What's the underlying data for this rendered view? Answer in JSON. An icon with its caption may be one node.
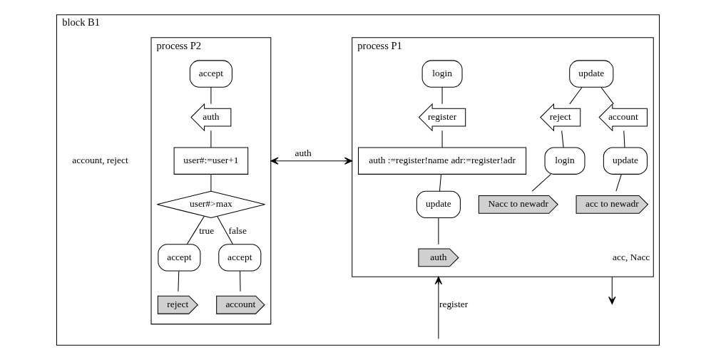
{
  "diagram": {
    "nodes": [
      {
        "text": [
          "block B1"
        ]
      },
      {
        "text": [
          "process P1"
        ],
        "in": 0
      },
      {
        "text": [
          "login"
        ],
        "in": 1
      },
      {
        "text": [
          "register"
        ],
        "in": 1
      },
      {
        "text": [
          "auth :=register!name adr:=register!adr"
        ],
        "in": 1
      },
      {
        "text": [
          "update"
        ],
        "in": 1
      },
      {
        "text": [
          "auth"
        ],
        "in": 1
      },
      {
        "text": [
          "update"
        ],
        "in": 1
      },
      {
        "text": [
          "account"
        ],
        "in": 1
      },
      {
        "text": [
          "reject"
        ],
        "in": 1
      },
      {
        "text": [
          "update"
        ],
        "in": 1
      },
      {
        "text": [
          "login"
        ],
        "in": 1
      },
      {
        "text": [
          "acc to newadr"
        ],
        "in": 1
      },
      {
        "text": [
          "Nacc to newadr"
        ],
        "in": 1
      },
      {
        "text": [
          "process P2"
        ],
        "in": 0
      },
      {
        "text": [
          "accept"
        ],
        "in": 14
      },
      {
        "text": [
          "auth"
        ],
        "in": 14
      },
      {
        "text": [
          "user#:=user+1"
        ],
        "in": 14
      },
      {
        "text": [
          "user#>max"
        ],
        "in": 14
      },
      {
        "text": [
          "accept"
        ],
        "in": 14
      },
      {
        "text": [
          "accept"
        ],
        "in": 14
      },
      {
        "text": [
          "reject"
        ],
        "in": 14
      },
      {
        "text": [
          "account"
        ],
        "in": 14
      }
    ],
    "edges": [
      {
        "from": 2,
        "to": 3,
        "arrow": "none"
      },
      {
        "from": 3,
        "to": 4,
        "arrow": "none"
      },
      {
        "from": 4,
        "to": 5,
        "arrow": "none"
      },
      {
        "from": 5,
        "to": 6,
        "arrow": "none"
      },
      {
        "from": 7,
        "to": 8,
        "arrow": "none"
      },
      {
        "from": 7,
        "to": 9,
        "arrow": "none"
      },
      {
        "from": 8,
        "to": 10,
        "arrow": "none"
      },
      {
        "from": 9,
        "to": 11,
        "arrow": "none"
      },
      {
        "from": 10,
        "to": 12,
        "arrow": "none"
      },
      {
        "from": 11,
        "to": 13,
        "arrow": "none"
      },
      {
        "from": 15,
        "to": 16,
        "arrow": "none"
      },
      {
        "from": 16,
        "to": 17,
        "arrow": "none"
      },
      {
        "from": 17,
        "to": 18,
        "arrow": "none"
      },
      {
        "from": 18,
        "to": 19,
        "arrow": "none",
        "label": "true"
      },
      {
        "from": 18,
        "to": 20,
        "arrow": "none",
        "label": "false"
      },
      {
        "from": 19,
        "to": 21,
        "arrow": "none"
      },
      {
        "from": 20,
        "to": 22,
        "arrow": "none"
      },
      {
        "from": 1,
        "to": 14,
        "arrow": "both",
        "label": "auth"
      },
      {
        "from": null,
        "to": 1,
        "arrow": "to",
        "label": "register"
      },
      {
        "from": 1,
        "to": null,
        "arrow": "to",
        "label": "acc, Nacc"
      }
    ],
    "labels": [
      "account, reject"
    ]
  }
}
